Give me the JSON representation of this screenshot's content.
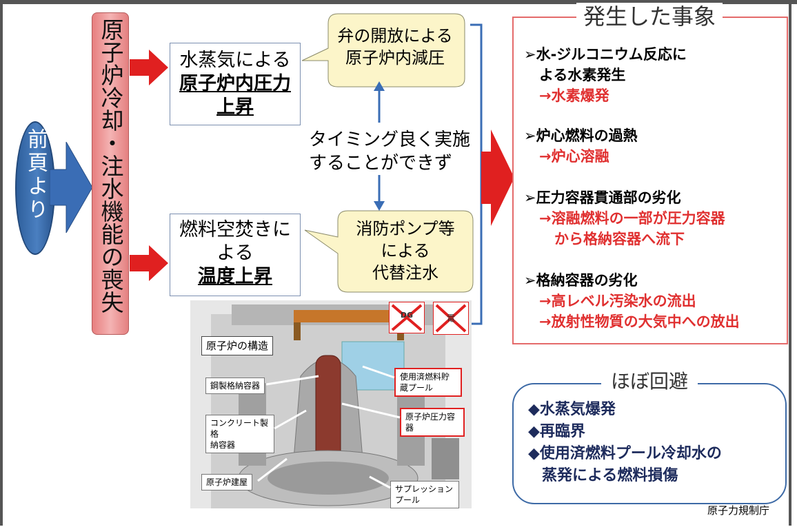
{
  "left_oval": {
    "text": "前頁より"
  },
  "loss_box": {
    "text": "原子炉冷却・注水機能の喪失"
  },
  "pressure_box": {
    "line1": "水蒸気による",
    "line2": "原子炉内圧力",
    "line3": "上昇"
  },
  "temperature_box": {
    "line1": "燃料空焚きに",
    "line2": "よる",
    "line3": "温度上昇"
  },
  "valve_bubble": {
    "line1": "弁の開放による",
    "line2": "原子炉内減圧"
  },
  "pump_bubble": {
    "line1": "消防ポンプ等",
    "line2": "による",
    "line3": "代替注水"
  },
  "timing_note": {
    "line1": "タイミング良く実施",
    "line2": "することができず"
  },
  "events": {
    "title": "発生した事象",
    "items": [
      {
        "head1": "➢水-ジルコニウム反応に",
        "head2": "よる水素発生",
        "results": [
          "→水素爆発"
        ]
      },
      {
        "head1": "➢炉心燃料の過熱",
        "head2": "",
        "results": [
          "→炉心溶融"
        ]
      },
      {
        "head1": "➢圧力容器貫通部の劣化",
        "head2": "",
        "results": [
          "→溶融燃料の一部が圧力容器",
          "から格納容器へ流下"
        ]
      },
      {
        "head1": "➢格納容器の劣化",
        "head2": "",
        "results": [
          "→高レベル汚染水の流出",
          "→放射性物質の大気中への放出"
        ]
      }
    ]
  },
  "avoided": {
    "title": "ほぼ回避",
    "items": [
      "◆水蒸気爆発",
      "◆再臨界",
      "◆使用済燃料プール冷却水の",
      "蒸発による燃料損傷"
    ]
  },
  "illustration": {
    "title": "原子炉の構造",
    "labels": {
      "steel_vessel": "鋼製格納容器",
      "concrete_vessel_1": "コンクリート製格",
      "concrete_vessel_2": "納容器",
      "building": "原子炉建屋",
      "spent_pool_1": "使用済燃料貯",
      "spent_pool_2": "蔵プール",
      "pressure_vessel_1": "原子炉圧力容",
      "pressure_vessel_2": "器",
      "suppression_1": "サプレッション",
      "suppression_2": "プール"
    },
    "badge_dg": "DG",
    "badge_power": "電"
  },
  "footer": "原子力規制庁",
  "colors": {
    "red_arrow": "#e02020",
    "blue_arrow": "#3a6db5",
    "event_text": "#e03030",
    "avoid_text": "#1d2b5c"
  }
}
